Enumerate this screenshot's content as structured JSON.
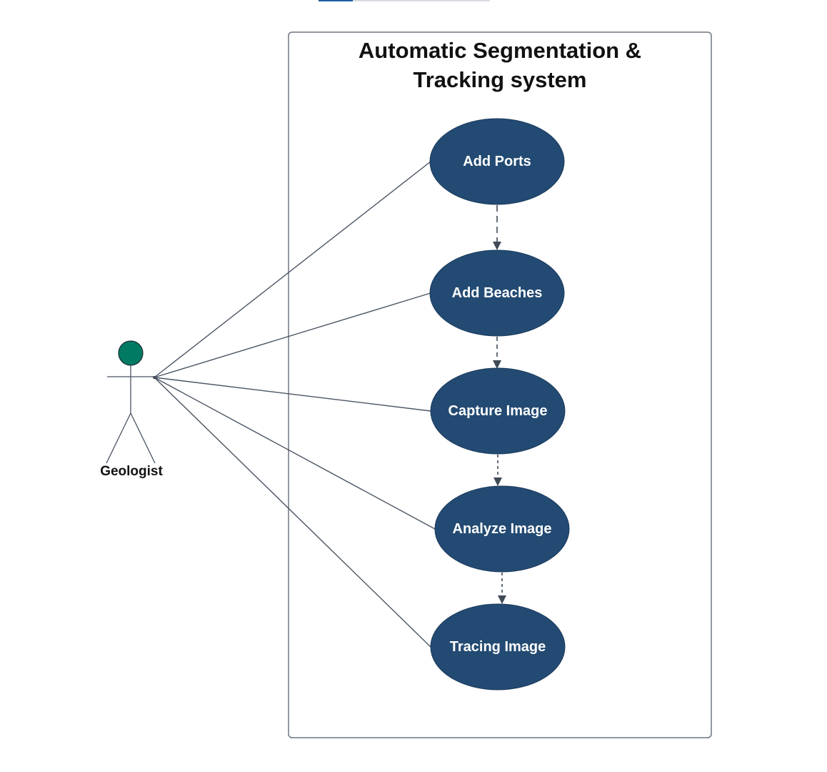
{
  "system": {
    "title_line1": "Automatic Segmentation &",
    "title_line2": "Tracking system"
  },
  "actor": {
    "label": "Geologist",
    "head_color": "#007a63"
  },
  "use_cases": [
    {
      "id": "add-ports",
      "label": "Add Ports"
    },
    {
      "id": "add-beaches",
      "label": "Add Beaches"
    },
    {
      "id": "capture-image",
      "label": "Capture Image"
    },
    {
      "id": "analyze-image",
      "label": "Analyze Image"
    },
    {
      "id": "tracing-image",
      "label": "Tracing Image"
    }
  ],
  "colors": {
    "use_case_fill": "#234a72",
    "line": "#4a5563",
    "boundary": "#6f7680"
  }
}
